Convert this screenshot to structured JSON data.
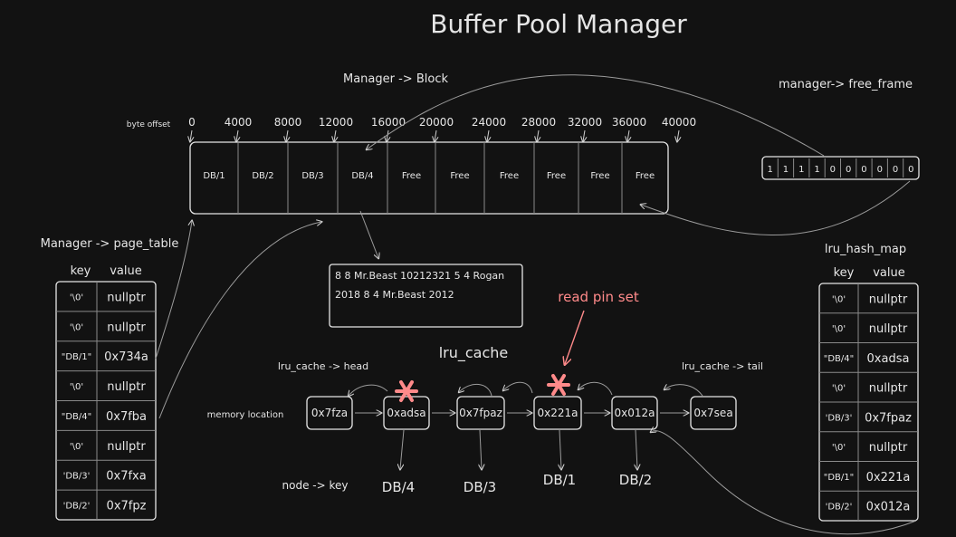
{
  "title": "Buffer Pool Manager",
  "block": {
    "label": "Manager -> Block",
    "offset_label": "byte offset",
    "offsets": [
      "0",
      "4000",
      "8000",
      "12000",
      "16000",
      "20000",
      "24000",
      "28000",
      "32000",
      "36000",
      "40000"
    ],
    "cells": [
      "DB/1",
      "DB/2",
      "DB/3",
      "DB/4",
      "Free",
      "Free",
      "Free",
      "Free",
      "Free",
      "Free"
    ]
  },
  "free_frame": {
    "label": "manager-> free_frame",
    "bits": [
      "1",
      "1",
      "1",
      "1",
      "0",
      "0",
      "0",
      "0",
      "0",
      "0"
    ]
  },
  "record_box": {
    "line1": "8 8 Mr.Beast 10212321 5 4 Rogan",
    "line2": "2018 8 4 Mr.Beast 2012"
  },
  "page_table": {
    "label": "Manager -> page_table",
    "headers": [
      "key",
      "value"
    ],
    "rows": [
      [
        "'\\0'",
        "nullptr"
      ],
      [
        "'\\0'",
        "nullptr"
      ],
      [
        "\"DB/1\"",
        "0x734a"
      ],
      [
        "'\\0'",
        "nullptr"
      ],
      [
        "\"DB/4\"",
        "0x7fba"
      ],
      [
        "'\\0'",
        "nullptr"
      ],
      [
        "'DB/3'",
        "0x7fxa"
      ],
      [
        "'DB/2'",
        "0x7fpz"
      ]
    ]
  },
  "lru_hash_map": {
    "label": "lru_hash_map",
    "headers": [
      "key",
      "value"
    ],
    "rows": [
      [
        "'\\0'",
        "nullptr"
      ],
      [
        "'\\0'",
        "nullptr"
      ],
      [
        "\"DB/4\"",
        "0xadsa"
      ],
      [
        "'\\0'",
        "nullptr"
      ],
      [
        "'DB/3'",
        "0x7fpaz"
      ],
      [
        "'\\0'",
        "nullptr"
      ],
      [
        "\"DB/1\"",
        "0x221a"
      ],
      [
        "'DB/2'",
        "0x012a"
      ]
    ]
  },
  "lru_cache": {
    "label": "lru_cache",
    "head_label": "lru_cache -> head",
    "tail_label": "lru_cache -> tail",
    "memory_label": "memory location",
    "node_key_label": "node -> key",
    "read_pin_label": "read pin set",
    "nodes": [
      "0x7fza",
      "0xadsa",
      "0x7fpaz",
      "0x221a",
      "0x012a",
      "0x7sea"
    ],
    "keys": [
      "DB/4",
      "DB/3",
      "DB/1",
      "DB/2"
    ]
  },
  "colors": {
    "background": "#121212",
    "ink": "#e6e6e6",
    "accent": "#ff8a8a"
  }
}
